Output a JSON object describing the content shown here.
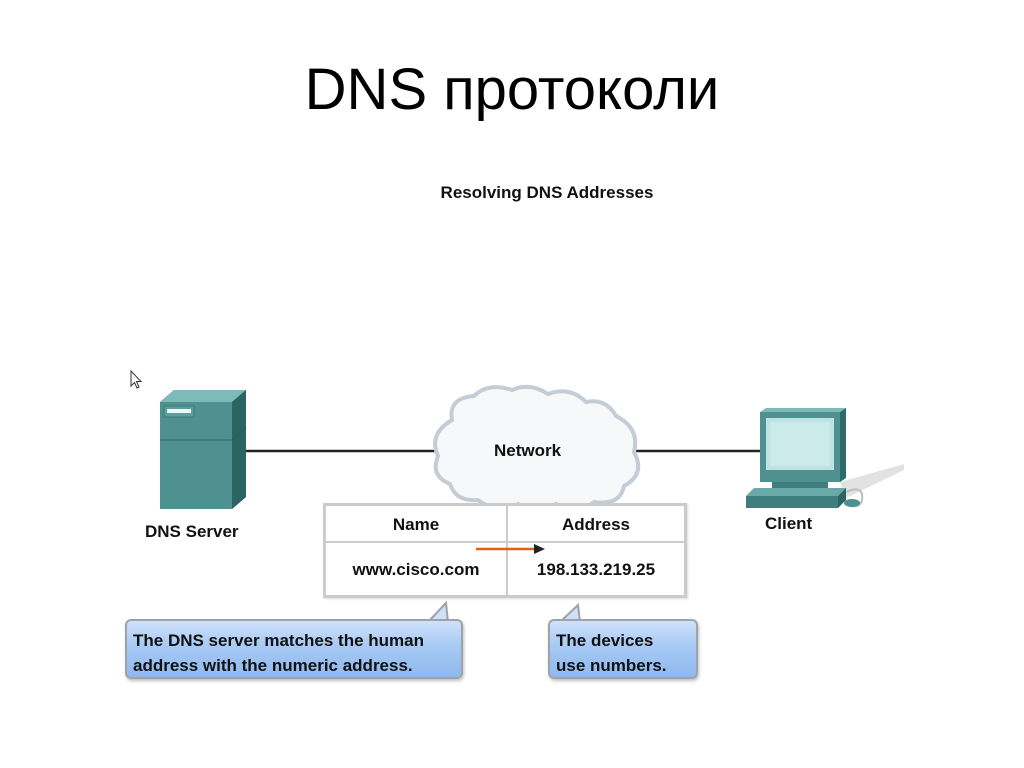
{
  "slide_title": "DNS протоколи",
  "diagram": {
    "title": "Resolving DNS Addresses",
    "network_label": "Network",
    "dns_server_label": "DNS Server",
    "client_label": "Client",
    "table": {
      "headers": [
        "Name",
        "Address"
      ],
      "row": [
        "www.cisco.com",
        "198.133.219.25"
      ]
    },
    "callouts": [
      {
        "lines": [
          "The DNS server matches the human",
          "address with the numeric address."
        ]
      },
      {
        "lines": [
          "The devices",
          "use numbers."
        ]
      }
    ]
  },
  "colors": {
    "server_teal": "#4f9191",
    "callout_blue": "#a7c9f4",
    "arrow_orange": "#e0601a",
    "table_border": "#c9cbcc"
  },
  "icons": [
    "cursor-icon",
    "dns-server-icon",
    "cloud-icon",
    "client-computer-icon",
    "arrow-icon"
  ]
}
